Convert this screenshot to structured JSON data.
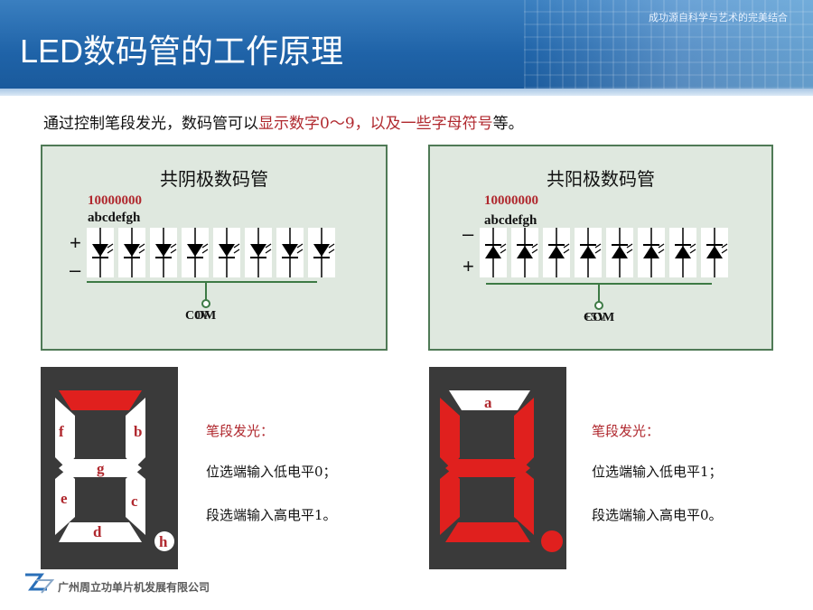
{
  "header": {
    "title": "LED数码管的工作原理",
    "slogan": "成功源自科学与艺术的完美结合"
  },
  "intro": {
    "prefix": "通过控制笔段发光，数码管可以",
    "highlight": "显示数字0～9，以及一些字母符号",
    "suffix": "等。"
  },
  "cathode_panel": {
    "title": "共阴极数码管",
    "code": "10000000",
    "segments": "abcdefgh",
    "top_sign": "+",
    "bottom_sign": "–",
    "com_label": "COM",
    "com_overlap": "0V"
  },
  "anode_panel": {
    "title": "共阳极数码管",
    "code": "10000000",
    "segments": "abcdefgh",
    "top_sign": "–",
    "bottom_sign": "+",
    "com_label": "COM",
    "com_overlap": "+5V"
  },
  "cathode_display": {
    "labels": {
      "a": "",
      "b": "b",
      "c": "c",
      "d": "d",
      "e": "e",
      "f": "f",
      "g": "g",
      "h": "h"
    }
  },
  "anode_display": {
    "labels": {
      "a": "a"
    }
  },
  "cathode_note": {
    "heading": "笔段发光：",
    "line1": "位选端输入低电平0；",
    "line2": "段选端输入高电平1。"
  },
  "anode_note": {
    "heading": "笔段发光：",
    "line1": "位选端输入低电平1；",
    "line2": "段选端输入高电平0。"
  },
  "footer": {
    "company": "广州周立功单片机发展有限公司"
  },
  "colors": {
    "header_blue": "#1f63a8",
    "panel_bg": "#dfe8df",
    "panel_border": "#4f7a56",
    "segment_on": "#e0201e",
    "segment_off": "#ffffff",
    "display_bg": "#3c3c3c",
    "accent_red": "#b0282e"
  }
}
